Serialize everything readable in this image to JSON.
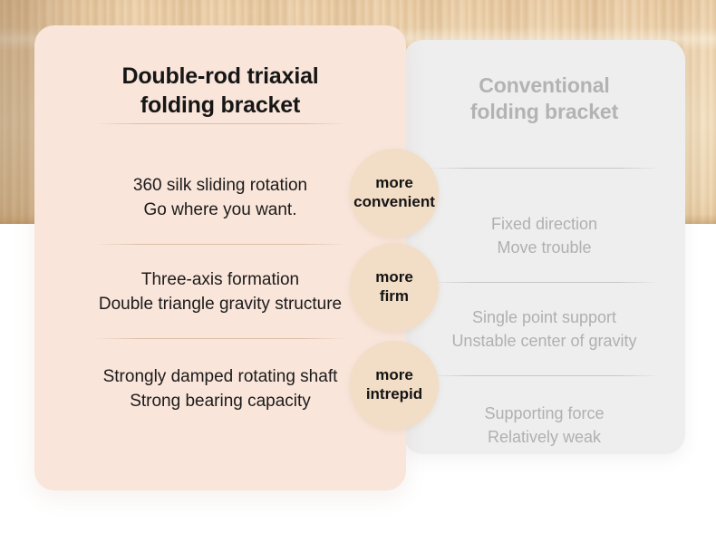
{
  "background": {
    "surface_name": "wood-desk-surface",
    "wood_color": "#edd3ae",
    "base_color": "#ffffff"
  },
  "left_panel": {
    "name": "advantage-panel",
    "background_color": "#f9e5da",
    "title": "Double-rod triaxial\nfolding bracket",
    "title_color": "#161616",
    "rows": [
      {
        "text": "360 silk sliding rotation\nGo where you want."
      },
      {
        "text": "Three-axis formation\nDouble triangle gravity structure"
      },
      {
        "text": "Strongly damped rotating shaft\nStrong bearing capacity"
      }
    ]
  },
  "right_panel": {
    "name": "conventional-panel",
    "background_color": "#eeeeee",
    "title": "Conventional\nfolding bracket",
    "title_color": "#b3b3b3",
    "rows": [
      {
        "text": "Fixed direction\nMove trouble"
      },
      {
        "text": "Single point support\nUnstable center of gravity"
      },
      {
        "text": "Supporting force\nRelatively weak"
      }
    ]
  },
  "badges": {
    "color": "#f2ddc6",
    "text_color": "#141414",
    "items": [
      {
        "label": "more\nconvenient"
      },
      {
        "label": "more\nfirm"
      },
      {
        "label": "more\nintrepid"
      }
    ]
  }
}
